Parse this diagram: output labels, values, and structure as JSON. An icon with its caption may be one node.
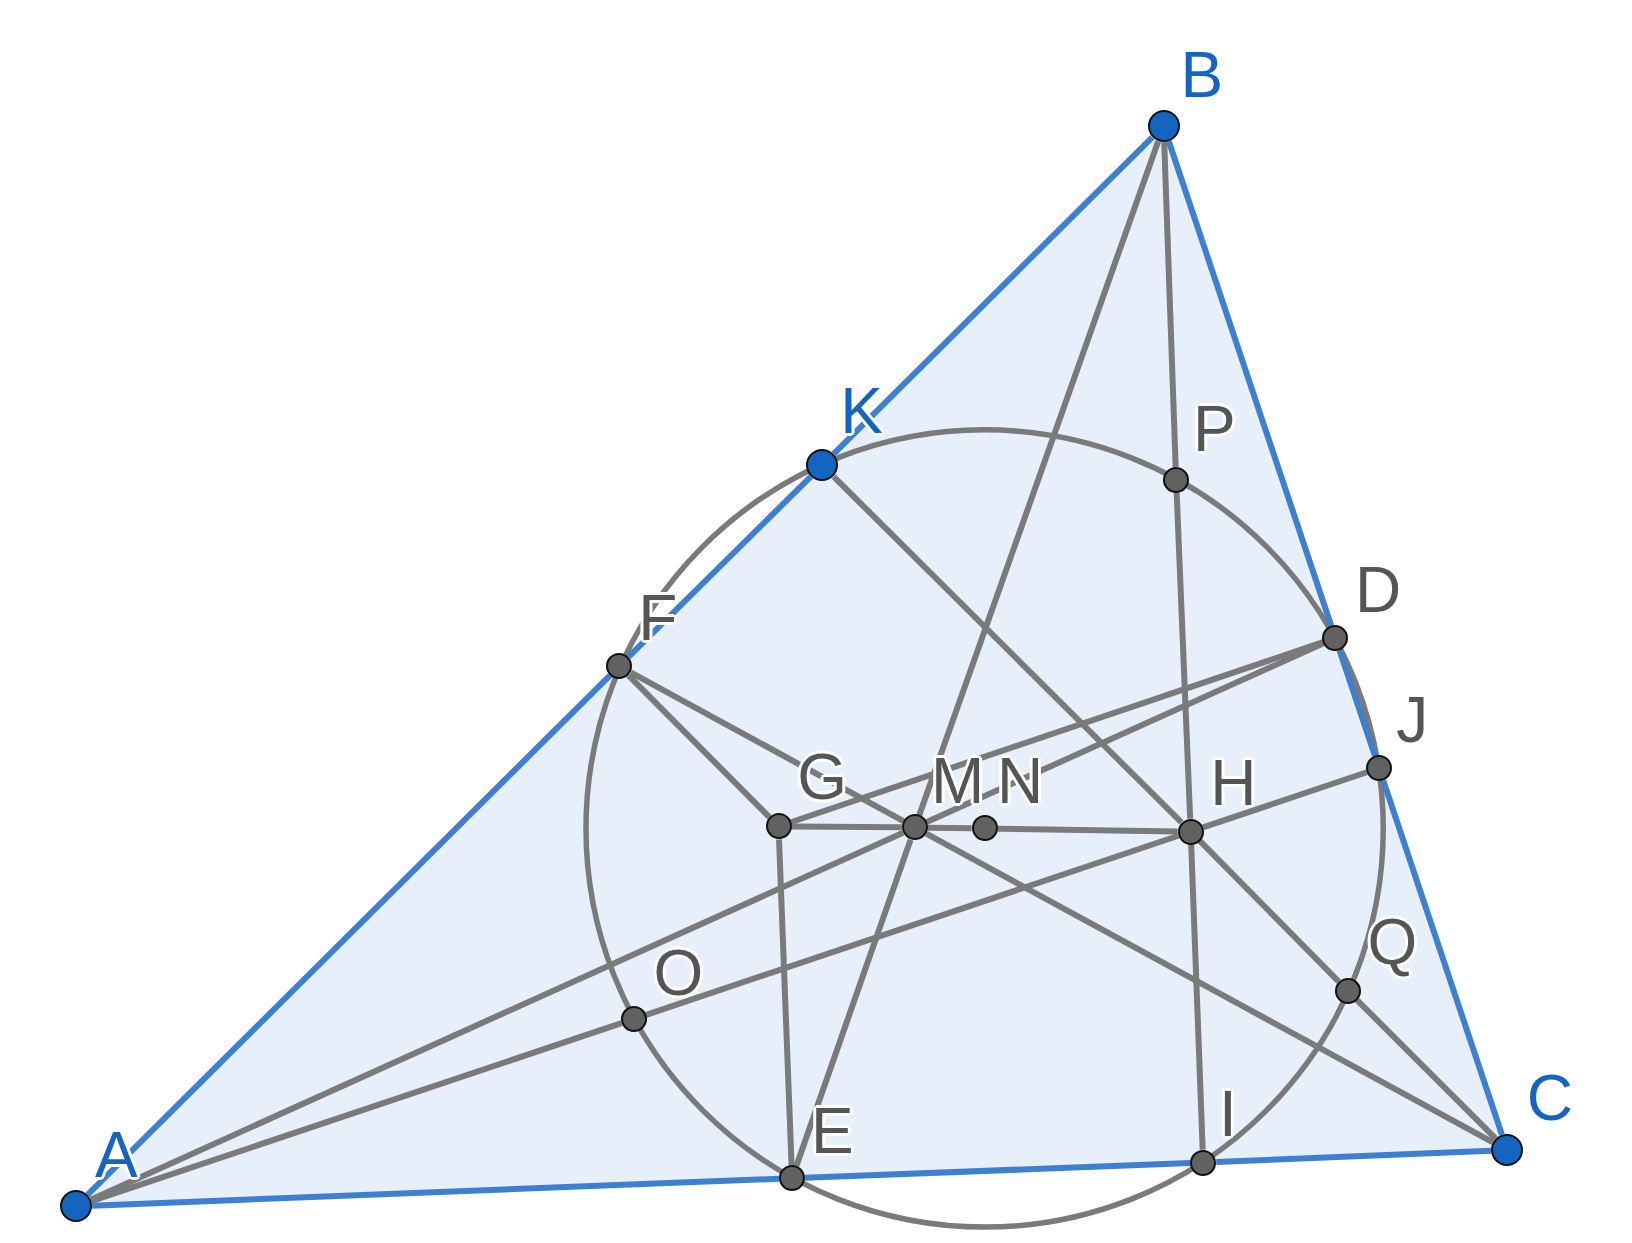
{
  "diagram": {
    "nodes": [
      {
        "text": [
          "B"
        ]
      },
      {
        "text": [
          "K"
        ]
      },
      {
        "text": [
          "P"
        ]
      },
      {
        "text": [
          "D"
        ]
      },
      {
        "text": [
          "F"
        ]
      },
      {
        "text": [
          "J"
        ]
      },
      {
        "text": [
          "G"
        ]
      },
      {
        "text": [
          "M"
        ]
      },
      {
        "text": [
          "N"
        ]
      },
      {
        "text": [
          "H"
        ]
      },
      {
        "text": [
          "Q"
        ]
      },
      {
        "text": [
          "O"
        ]
      },
      {
        "text": [
          "C"
        ]
      },
      {
        "text": [
          "I"
        ]
      },
      {
        "text": [
          "E"
        ]
      },
      {
        "text": [
          "A"
        ]
      }
    ],
    "edges": [
      {
        "from": 15,
        "to": 4,
        "arrow": "none",
        "color": "#3f7fcf"
      },
      {
        "from": 4,
        "to": 1,
        "arrow": "none",
        "color": "#3f7fcf"
      },
      {
        "from": 1,
        "to": 0,
        "arrow": "none",
        "color": "#3f7fcf"
      },
      {
        "from": 0,
        "to": 3,
        "arrow": "none",
        "color": "#3f7fcf"
      },
      {
        "from": 3,
        "to": 5,
        "arrow": "none",
        "color": "#3f7fcf"
      },
      {
        "from": 5,
        "to": 12,
        "arrow": "none",
        "color": "#3f7fcf"
      },
      {
        "from": 12,
        "to": 13,
        "arrow": "none",
        "color": "#3f7fcf"
      },
      {
        "from": 13,
        "to": 14,
        "arrow": "none",
        "color": "#3f7fcf"
      },
      {
        "from": 14,
        "to": 15,
        "arrow": "none",
        "color": "#3f7fcf"
      },
      {
        "from": 1,
        "to": 9,
        "arrow": "none"
      },
      {
        "from": 9,
        "to": 10,
        "arrow": "none"
      },
      {
        "from": 10,
        "to": 12,
        "arrow": "none"
      },
      {
        "from": 0,
        "to": 7,
        "arrow": "none"
      },
      {
        "from": 7,
        "to": 14,
        "arrow": "none"
      },
      {
        "from": 0,
        "to": 2,
        "arrow": "none"
      },
      {
        "from": 2,
        "to": 9,
        "arrow": "none"
      },
      {
        "from": 9,
        "to": 13,
        "arrow": "none"
      },
      {
        "from": 4,
        "to": 7,
        "arrow": "none"
      },
      {
        "from": 7,
        "to": 12,
        "arrow": "none"
      },
      {
        "from": 4,
        "to": 6,
        "arrow": "none"
      },
      {
        "from": 6,
        "to": 14,
        "arrow": "none"
      },
      {
        "from": 6,
        "to": 7,
        "arrow": "none"
      },
      {
        "from": 7,
        "to": 8,
        "arrow": "none"
      },
      {
        "from": 8,
        "to": 9,
        "arrow": "none"
      },
      {
        "from": 6,
        "to": 3,
        "arrow": "none"
      },
      {
        "from": 15,
        "to": 7,
        "arrow": "none"
      },
      {
        "from": 7,
        "to": 3,
        "arrow": "none"
      },
      {
        "from": 15,
        "to": 11,
        "arrow": "none"
      },
      {
        "from": 11,
        "to": 9,
        "arrow": "none"
      },
      {
        "from": 9,
        "to": 5,
        "arrow": "none"
      }
    ]
  }
}
